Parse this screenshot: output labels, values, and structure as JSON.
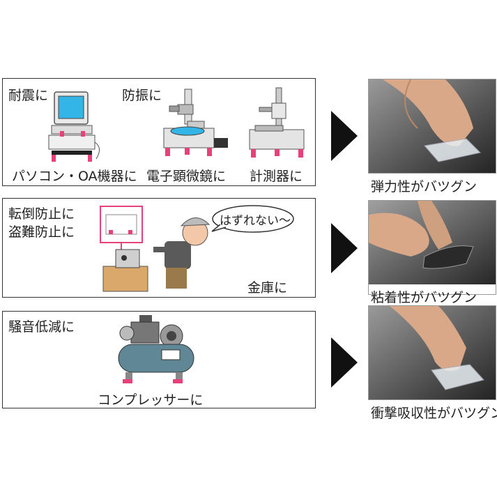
{
  "rows": [
    {
      "headings": [
        "耐震に",
        "防振に"
      ],
      "captions": [
        "パソコン・OA機器に",
        "電子顕微鏡に",
        "計測器に"
      ],
      "photo_caption": "弾力性がバツグン"
    },
    {
      "headings": [
        "転倒防止に",
        "盗難防止に"
      ],
      "speech": "はずれない〜",
      "captions": [
        "金庫に"
      ],
      "photo_caption": "粘着性がバツグン"
    },
    {
      "headings": [
        "騒音低減に"
      ],
      "captions": [
        "コンプレッサーに"
      ],
      "photo_caption": "衝撃吸収性がバツグン"
    }
  ],
  "colors": {
    "pad": "#e8407a",
    "border": "#333333",
    "arrow": "#111111"
  }
}
